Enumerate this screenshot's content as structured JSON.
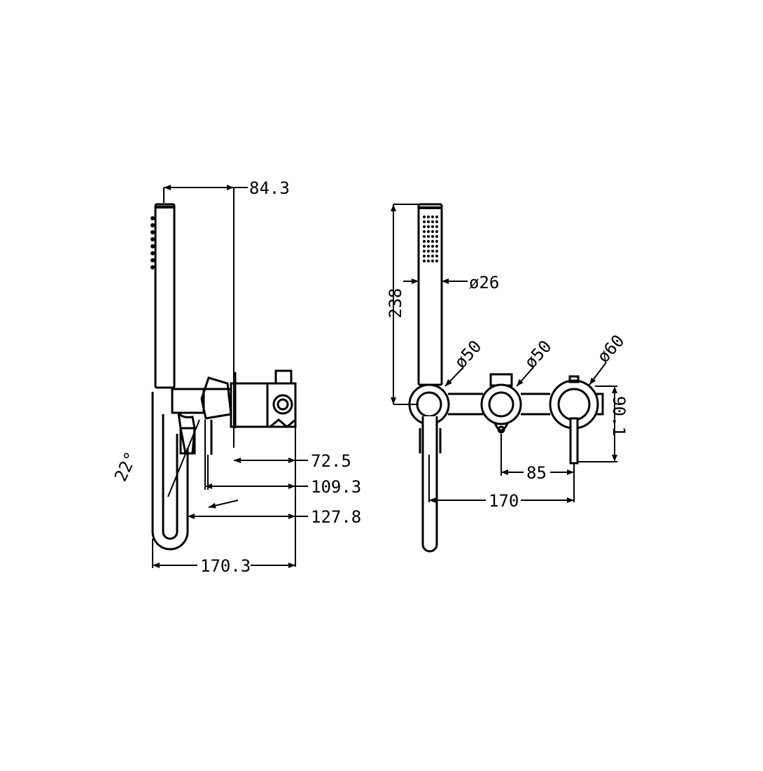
{
  "side_view": {
    "dims": {
      "top_width": "84.3",
      "d1": "72.5",
      "d2": "109.3",
      "d3": "127.8",
      "overall_width": "170.3",
      "angle": "22°"
    }
  },
  "front_view": {
    "dims": {
      "handshower_height": "238",
      "handshower_diameter": "ø26",
      "diverter_diameter": "ø50",
      "outlet_diameter": "ø50",
      "mixer_diameter": "ø60",
      "height": "90.1",
      "spacing_85": "85",
      "spacing_170": "170"
    }
  }
}
